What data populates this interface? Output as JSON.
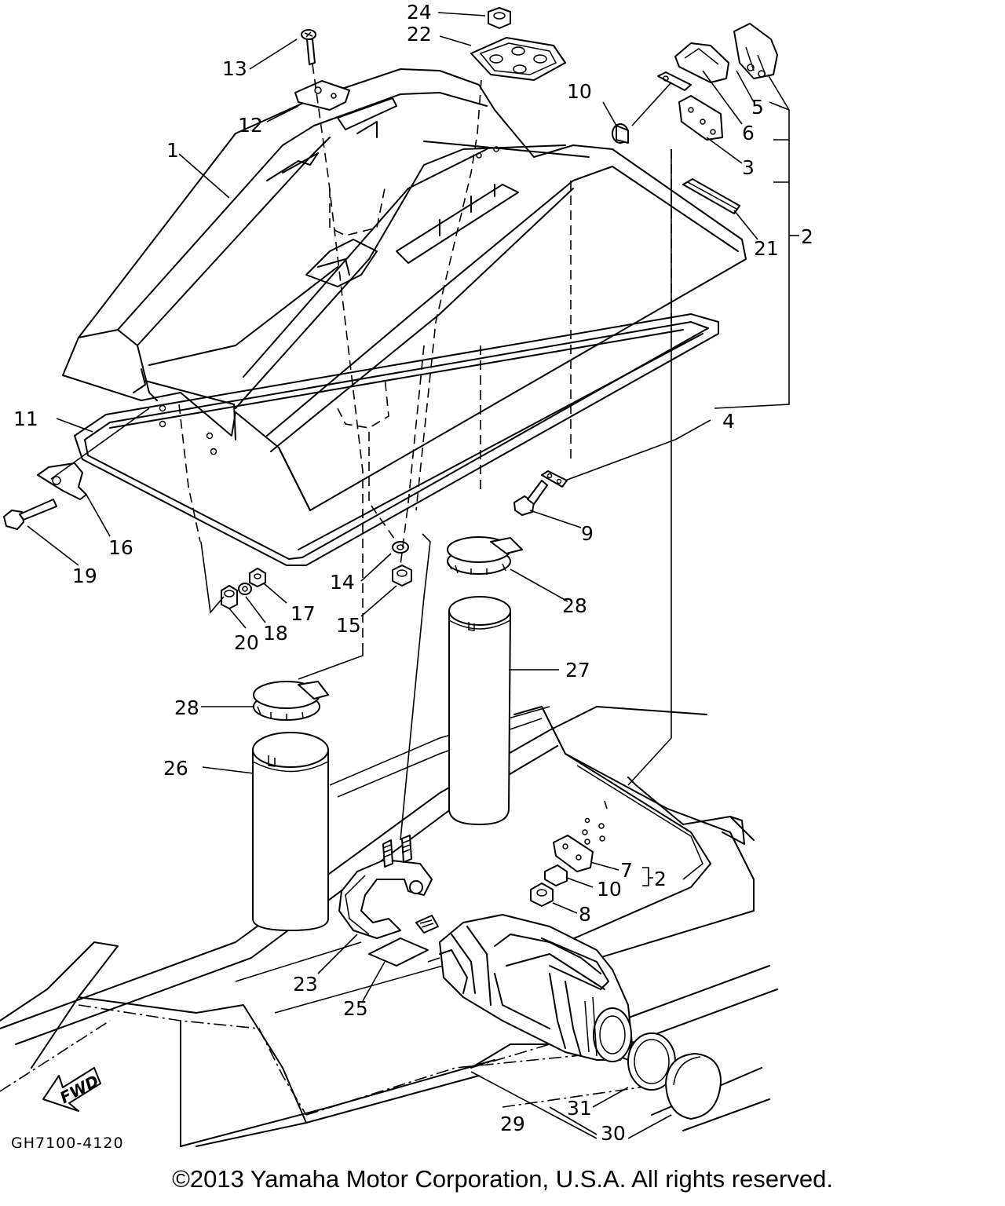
{
  "diagram": {
    "code": "GH7100-4120",
    "fwd_label": "FWD",
    "callouts": [
      {
        "id": "c1",
        "text": "1"
      },
      {
        "id": "c2a",
        "text": "2"
      },
      {
        "id": "c2b",
        "text": "2"
      },
      {
        "id": "c3",
        "text": "3"
      },
      {
        "id": "c4",
        "text": "4"
      },
      {
        "id": "c5",
        "text": "5"
      },
      {
        "id": "c6",
        "text": "6"
      },
      {
        "id": "c7",
        "text": "7"
      },
      {
        "id": "c8",
        "text": "8"
      },
      {
        "id": "c9",
        "text": "9"
      },
      {
        "id": "c10a",
        "text": "10"
      },
      {
        "id": "c10b",
        "text": "10"
      },
      {
        "id": "c11",
        "text": "11"
      },
      {
        "id": "c12",
        "text": "12"
      },
      {
        "id": "c13",
        "text": "13"
      },
      {
        "id": "c14",
        "text": "14"
      },
      {
        "id": "c15",
        "text": "15"
      },
      {
        "id": "c16",
        "text": "16"
      },
      {
        "id": "c17",
        "text": "17"
      },
      {
        "id": "c18",
        "text": "18"
      },
      {
        "id": "c19",
        "text": "19"
      },
      {
        "id": "c20",
        "text": "20"
      },
      {
        "id": "c21",
        "text": "21"
      },
      {
        "id": "c22",
        "text": "22"
      },
      {
        "id": "c23",
        "text": "23"
      },
      {
        "id": "c24",
        "text": "24"
      },
      {
        "id": "c25",
        "text": "25"
      },
      {
        "id": "c26",
        "text": "26"
      },
      {
        "id": "c27",
        "text": "27"
      },
      {
        "id": "c28a",
        "text": "28"
      },
      {
        "id": "c28b",
        "text": "28"
      },
      {
        "id": "c29",
        "text": "29"
      },
      {
        "id": "c30",
        "text": "30"
      },
      {
        "id": "c31",
        "text": "31"
      }
    ]
  },
  "copyright": "©2013 Yamaha Motor Corporation, U.S.A. All rights reserved."
}
